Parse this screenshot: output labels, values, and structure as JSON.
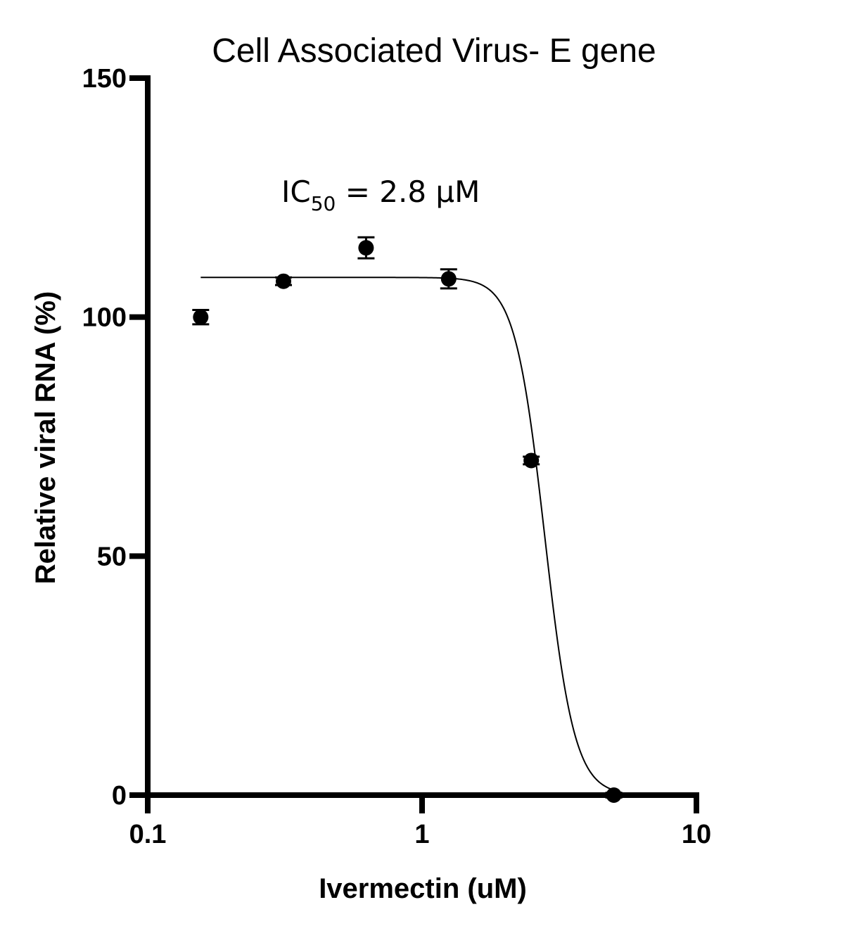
{
  "chart_data": {
    "type": "scatter",
    "title": "Cell Associated Virus- E gene",
    "xlabel": "Ivermectin (uM)",
    "ylabel": "Relative viral RNA (%)",
    "xscale": "log",
    "xlim": [
      0.1,
      10
    ],
    "ylim": [
      0,
      150
    ],
    "xticks": [
      "0.1",
      "1",
      "10"
    ],
    "yticks": [
      "0",
      "50",
      "100",
      "150"
    ],
    "grid": false,
    "annotation": {
      "prefix": "IC",
      "subscript": "50",
      "suffix": " = 2.8 μM"
    },
    "points": [
      {
        "x": 0.156,
        "y": 100,
        "err": 1.5
      },
      {
        "x": 0.3125,
        "y": 107.5,
        "err": 0.8
      },
      {
        "x": 0.625,
        "y": 114.5,
        "err": 2.2
      },
      {
        "x": 1.25,
        "y": 108,
        "err": 2.0
      },
      {
        "x": 2.5,
        "y": 70,
        "err": 0.8
      },
      {
        "x": 5.0,
        "y": 0,
        "err": 0.5
      }
    ],
    "fit": {
      "model": "four-parameter logistic",
      "top": 108.3,
      "bottom": 0,
      "ic50": 2.8,
      "hill": 8,
      "x_range": [
        0.156,
        5.0
      ]
    }
  }
}
